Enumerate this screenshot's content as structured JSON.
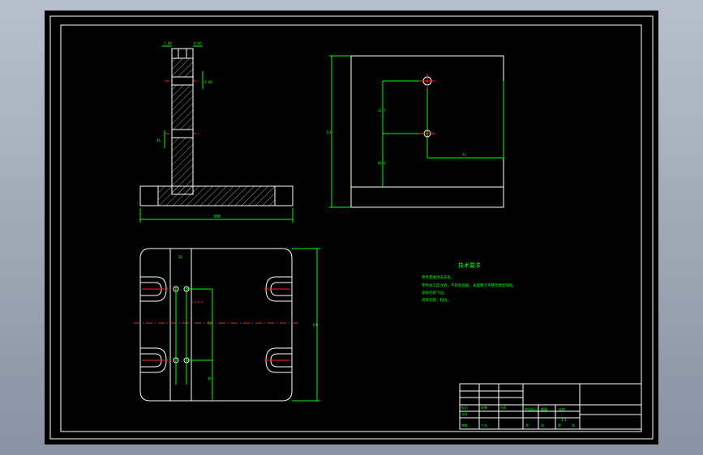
{
  "drawing": {
    "dimensions": {
      "top_left_1": "1.00",
      "top_left_2": "0.00",
      "side_a": "4.00",
      "side_b": "44",
      "base_width": "300",
      "right_height": "120",
      "right_h1": "31.5",
      "right_h2": "68.6",
      "right_w": "75",
      "plan_small": "30",
      "plan_height": "170",
      "plan_mid": "73",
      "plan_low": "40"
    },
    "tech_requirements": {
      "title": "技术要求",
      "lines": [
        "零件需要清洗去毛。",
        "零件加工后注意，不得有划痕，表面整洁平整无明显缺陷。",
        "去除毛刺飞边。",
        "去除毛刺，锐边。"
      ]
    },
    "title_block": {
      "labels": [
        "标记",
        "处数",
        "分区",
        "更改文件号",
        "签名",
        "年月日"
      ],
      "row2": [
        "设计",
        "标准化",
        "阶段标记",
        "重量",
        "比例"
      ],
      "row3": [
        "审核",
        "工艺",
        "批准"
      ],
      "scale": "1:1",
      "sheet": [
        "共",
        "张",
        "第",
        "张"
      ]
    }
  },
  "colors": {
    "viewport_bg": "#000000",
    "line_white": "#ffffff",
    "line_green": "#00ff00",
    "center_red": "#ff2020",
    "app_bg": "#9aa3b0"
  }
}
